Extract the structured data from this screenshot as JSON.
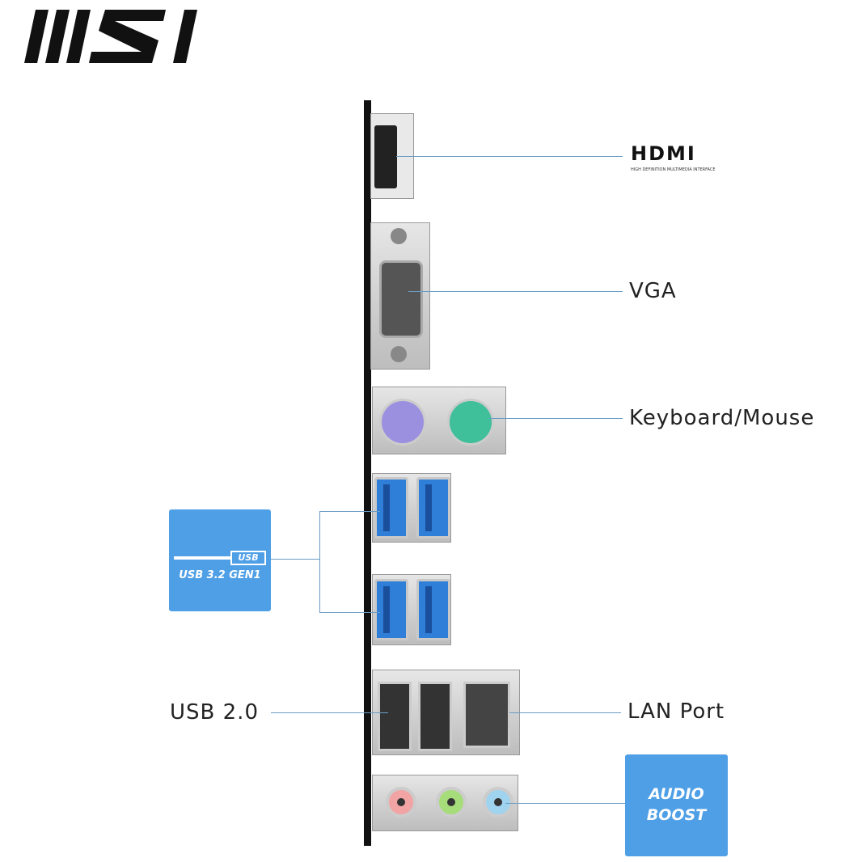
{
  "brand": {
    "logo_text": "MSI"
  },
  "ports": {
    "hdmi": {
      "label": "HDMI",
      "sublabel": "HIGH DEFINITION MULTIMEDIA INTERFACE"
    },
    "vga": {
      "label": "VGA"
    },
    "ps2": {
      "label": "Keyboard/Mouse"
    },
    "usb3": {
      "badge_top": "USB",
      "badge_bottom": "USB 3.2 GEN1"
    },
    "usb2": {
      "label": "USB 2.0"
    },
    "lan": {
      "label": "LAN Port"
    },
    "audio": {
      "badge_line1": "AUDIO",
      "badge_line2": "BOOST"
    }
  },
  "colors": {
    "accent": "#4f9fe6",
    "leader": "#6a9cc4",
    "ps2_keyboard": "#9b8fe0",
    "ps2_mouse": "#3fbf9a",
    "audio_pink": "#f2a3a3",
    "audio_green": "#a7dc7a",
    "audio_blue": "#9fd3ee"
  }
}
